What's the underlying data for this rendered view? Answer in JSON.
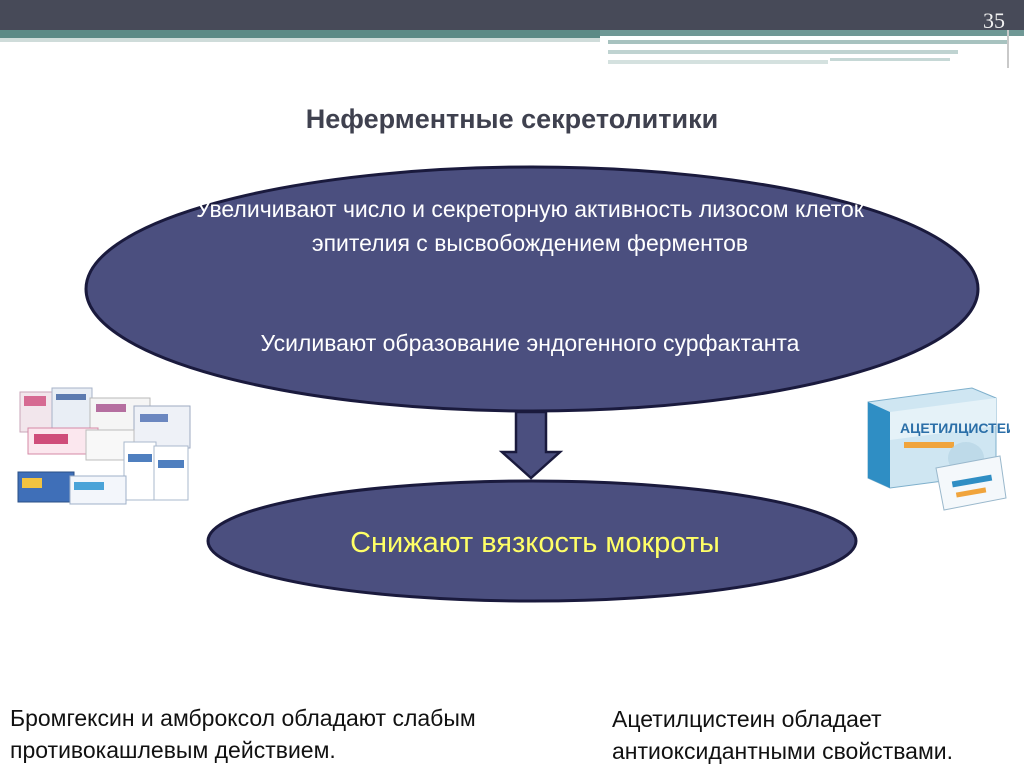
{
  "slide": {
    "page_number": "35",
    "title": "Неферментные секретолитики",
    "top_ellipse": {
      "text1": "Увеличивают число и секреторную активность лизосом клеток эпителия с высвобождением ферментов",
      "text2": "Усиливают образование эндогенного сурфактанта"
    },
    "bottom_ellipse": {
      "text": "Снижают вязкость мокроты"
    },
    "note_left": "Бромгексин и амброксол обладают слабым противокашлевым действием.",
    "note_right": "Ацетилцистеин обладает антиоксидантными свойствами."
  },
  "colors": {
    "ellipse_fill": "#4b4f7f",
    "ellipse_stroke": "#1a1a3d",
    "bottom_text": "#ffff66"
  }
}
